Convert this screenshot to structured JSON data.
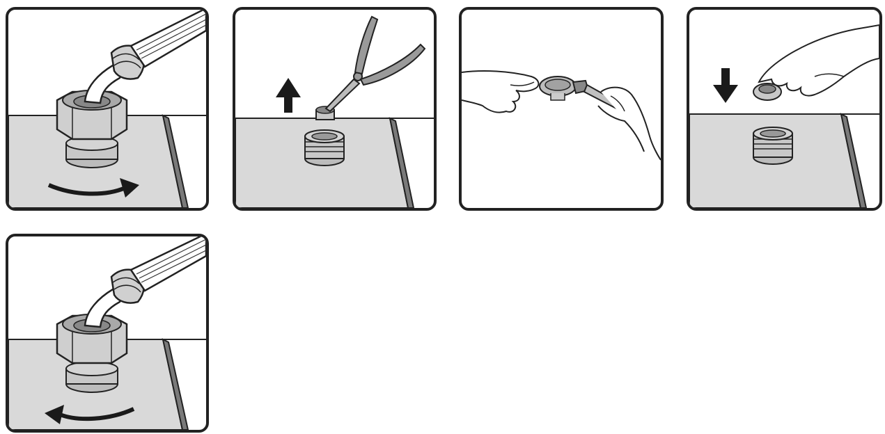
{
  "diagram": {
    "steps": [
      {
        "id": "step-1",
        "action": "unscrew-hose-fitting",
        "arrow": "curved-right-arrow"
      },
      {
        "id": "step-2",
        "action": "remove-filter-with-pliers",
        "arrow": "up-arrow"
      },
      {
        "id": "step-3",
        "action": "clean-filter-with-brush",
        "arrow": ""
      },
      {
        "id": "step-4",
        "action": "reinsert-filter",
        "arrow": "down-arrow"
      },
      {
        "id": "step-5",
        "action": "screw-hose-fitting-back",
        "arrow": "curved-left-arrow"
      }
    ],
    "colors": {
      "outline": "#222222",
      "surface": "#d9d9d9",
      "edge": "#7a7a7a",
      "metal": "#c8c8c8",
      "arrow": "#1a1a1a",
      "background": "#ffffff"
    },
    "icons": [
      "hose-icon",
      "hex-nut-icon",
      "pliers-icon",
      "filter-icon",
      "brush-icon",
      "hand-icon",
      "arrow-icon"
    ]
  }
}
